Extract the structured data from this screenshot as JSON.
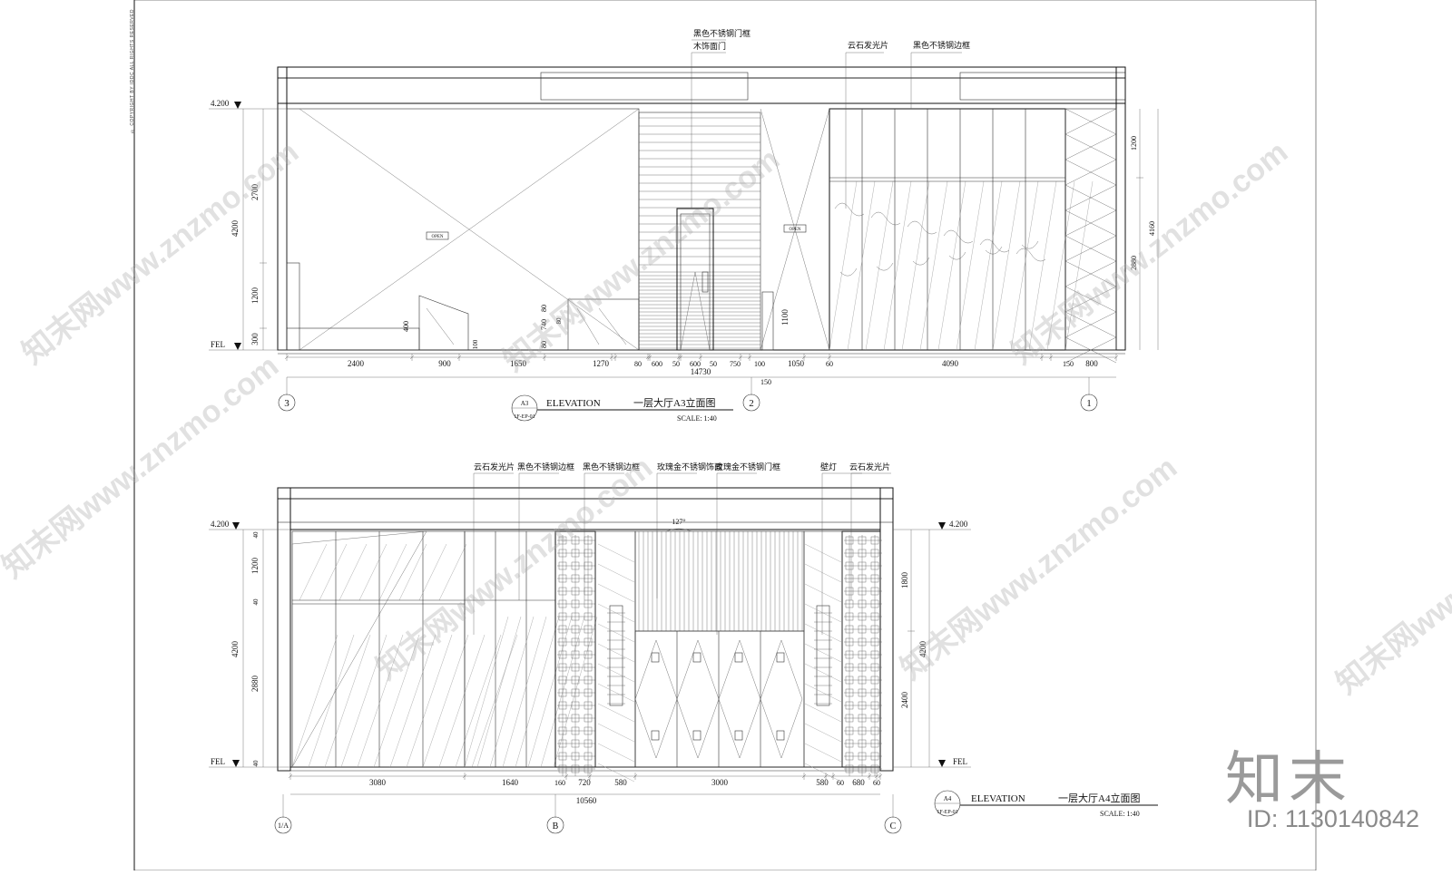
{
  "copyright": "© COPYRIGHT BY IDDC ALL RIGHTS RESERVED",
  "brand": {
    "logo": "知末",
    "id": "ID: 1130140842"
  },
  "watermark_text": "知末网www.znzmo.com",
  "top": {
    "code": "A3",
    "sheet_ref": "1F-EP-01",
    "elevation": "ELEVATION",
    "title": "一层大厅A3立面图",
    "scale": "SCALE:  1:40",
    "level_top": "4.200",
    "level_floor": "FEL",
    "open1": "OPEN",
    "open2": "OPEN",
    "callouts": [
      "黑色不锈钢门框",
      "木饰面门",
      "云石发光片",
      "黑色不锈钢边框"
    ],
    "left_dims": [
      "2700",
      "4200",
      "1200",
      "300"
    ],
    "right_dims": [
      "1200",
      "2880",
      "4160"
    ],
    "inner_dims": [
      "80",
      "740",
      "80",
      "80",
      "400",
      "100",
      "1100"
    ],
    "bottom_dims": [
      "2400",
      "900",
      "1650",
      "1270",
      "80",
      "600",
      "50",
      "600",
      "50",
      "750",
      "100",
      "1050",
      "60",
      "4090",
      "150",
      "800"
    ],
    "total": "14730",
    "sub_dim": "150",
    "axes": [
      "3",
      "2",
      "1"
    ]
  },
  "bottom": {
    "code": "A4",
    "sheet_ref": "1F-EP-01",
    "elevation": "ELEVATION",
    "title": "一层大厅A4立面图",
    "scale": "SCALE:  1:40",
    "level_top_l": "4.200",
    "level_top_r": "4.200",
    "level_floor_l": "FEL",
    "level_floor_r": "FEL",
    "angle": "127°",
    "callouts": [
      "云石发光片",
      "黑色不锈钢边框",
      "黑色不锈钢边框",
      "玫瑰金不锈钢饰面",
      "玫瑰金不锈钢门框",
      "壁灯",
      "云石发光片"
    ],
    "left_dims": [
      "40",
      "1200",
      "40",
      "4200",
      "2880",
      "40"
    ],
    "right_dims": [
      "1800",
      "4200",
      "2400"
    ],
    "bottom_dims": [
      "3080",
      "1640",
      "160",
      "720",
      "580",
      "3000",
      "580",
      "60",
      "680",
      "60"
    ],
    "total": "10560",
    "axes": [
      "1/A",
      "B",
      "C"
    ]
  }
}
